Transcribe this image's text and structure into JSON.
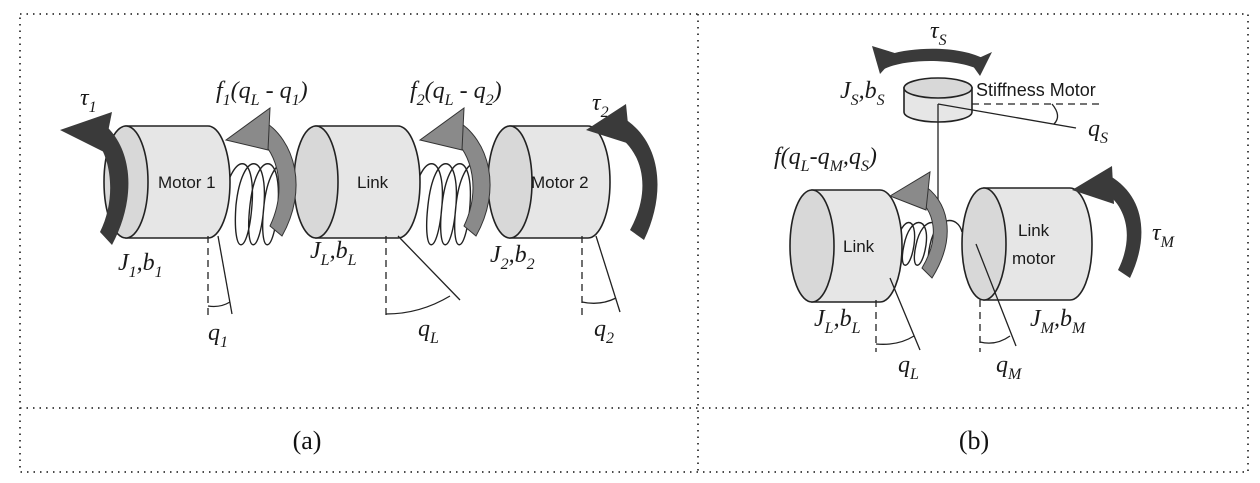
{
  "panel_a": {
    "caption": "(a)",
    "blocks": {
      "motor1": "Motor 1",
      "link": "Link",
      "motor2": "Motor 2"
    },
    "torques": {
      "tau1": "τ",
      "tau1_sub": "1",
      "tau2": "τ",
      "tau2_sub": "2"
    },
    "forces": {
      "f1": "f",
      "f1_sub": "1",
      "f1_args_open": "(q",
      "f1_L": "L",
      "f1_minus": " - q",
      "f1_1": "1",
      "f1_close": ")",
      "f2": "f",
      "f2_sub": "2",
      "f2_args_open": "(q",
      "f2_L": "L",
      "f2_minus": " - q",
      "f2_2": "2",
      "f2_close": ")"
    },
    "params": {
      "J1": "J",
      "J1_sub": "1",
      "b1": ",b",
      "b1_sub": "1",
      "JL": "J",
      "JL_sub": "L",
      "bL": ",b",
      "bL_sub": "L",
      "J2": "J",
      "J2_sub": "2",
      "b2": ",b",
      "b2_sub": "2"
    },
    "angles": {
      "q1": "q",
      "q1_sub": "1",
      "qL": "q",
      "qL_sub": "L",
      "q2": "q",
      "q2_sub": "2"
    }
  },
  "panel_b": {
    "caption": "(b)",
    "blocks": {
      "stiffness_motor": "Stiffness Motor",
      "link": "Link",
      "link_motor_1": "Link",
      "link_motor_2": "motor"
    },
    "torques": {
      "tauS": "τ",
      "tauS_sub": "S",
      "tauM": "τ",
      "tauM_sub": "M"
    },
    "force": {
      "f": "f(q",
      "f_L": "L",
      "f_mid": "-q",
      "f_M": "M",
      "f_comma": ",q",
      "f_S": "S",
      "f_close": ")"
    },
    "params": {
      "JS": "J",
      "JS_sub": "S",
      "bS": ",b",
      "bS_sub": "S",
      "JL": "J",
      "JL_sub": "L",
      "bL": ",b",
      "bL_sub": "L",
      "JM": "J",
      "JM_sub": "M",
      "bM": ",b",
      "bM_sub": "M"
    },
    "angles": {
      "qS": "q",
      "qS_sub": "S",
      "qL": "q",
      "qL_sub": "L",
      "qM": "q",
      "qM_sub": "M"
    }
  },
  "colors": {
    "frame": "#333333",
    "cylinder_fill": "#e6e6e6",
    "arrow_dark": "#3a3a3a",
    "arrow_mid": "#8a8a8a"
  }
}
